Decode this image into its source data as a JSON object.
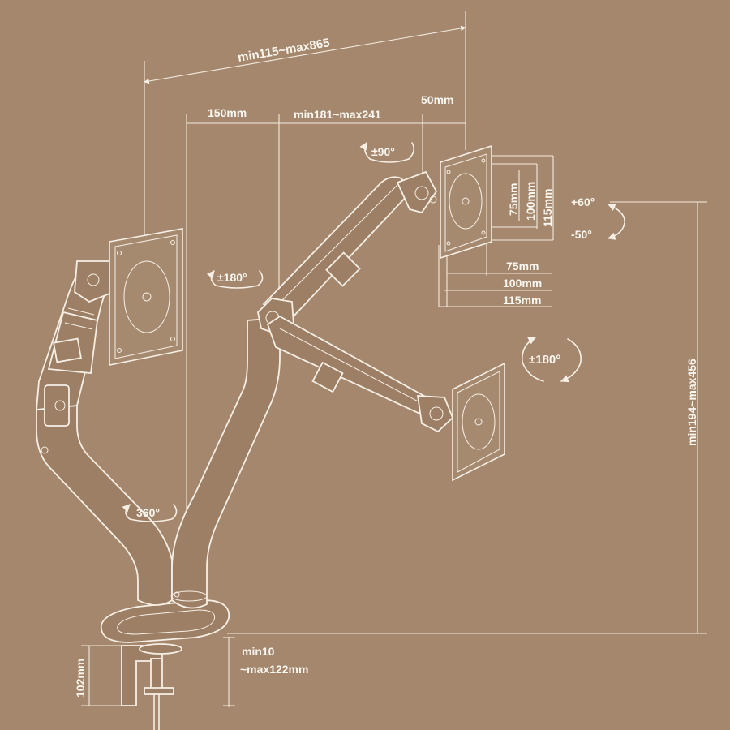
{
  "dimensions": {
    "top_reach": "min115~max865",
    "offset_150": "150mm",
    "offset_range": "min181~max241",
    "offset_50": "50mm",
    "vesa_75": "75mm",
    "vesa_100": "100mm",
    "vesa_115": "115mm",
    "height_range": "min194~max456",
    "desk_thickness_line1": "min10",
    "desk_thickness_line2": "~max122mm",
    "clamp_height": "102mm"
  },
  "rotations": {
    "swivel_90": "±90°",
    "tilt_up": "+60°",
    "tilt_down": "-50°",
    "rotate_left": "±180°",
    "rotate_right": "±180°",
    "base_rotation": "360°"
  },
  "colors": {
    "background": "#a4876c",
    "line": "#f6efe6"
  }
}
